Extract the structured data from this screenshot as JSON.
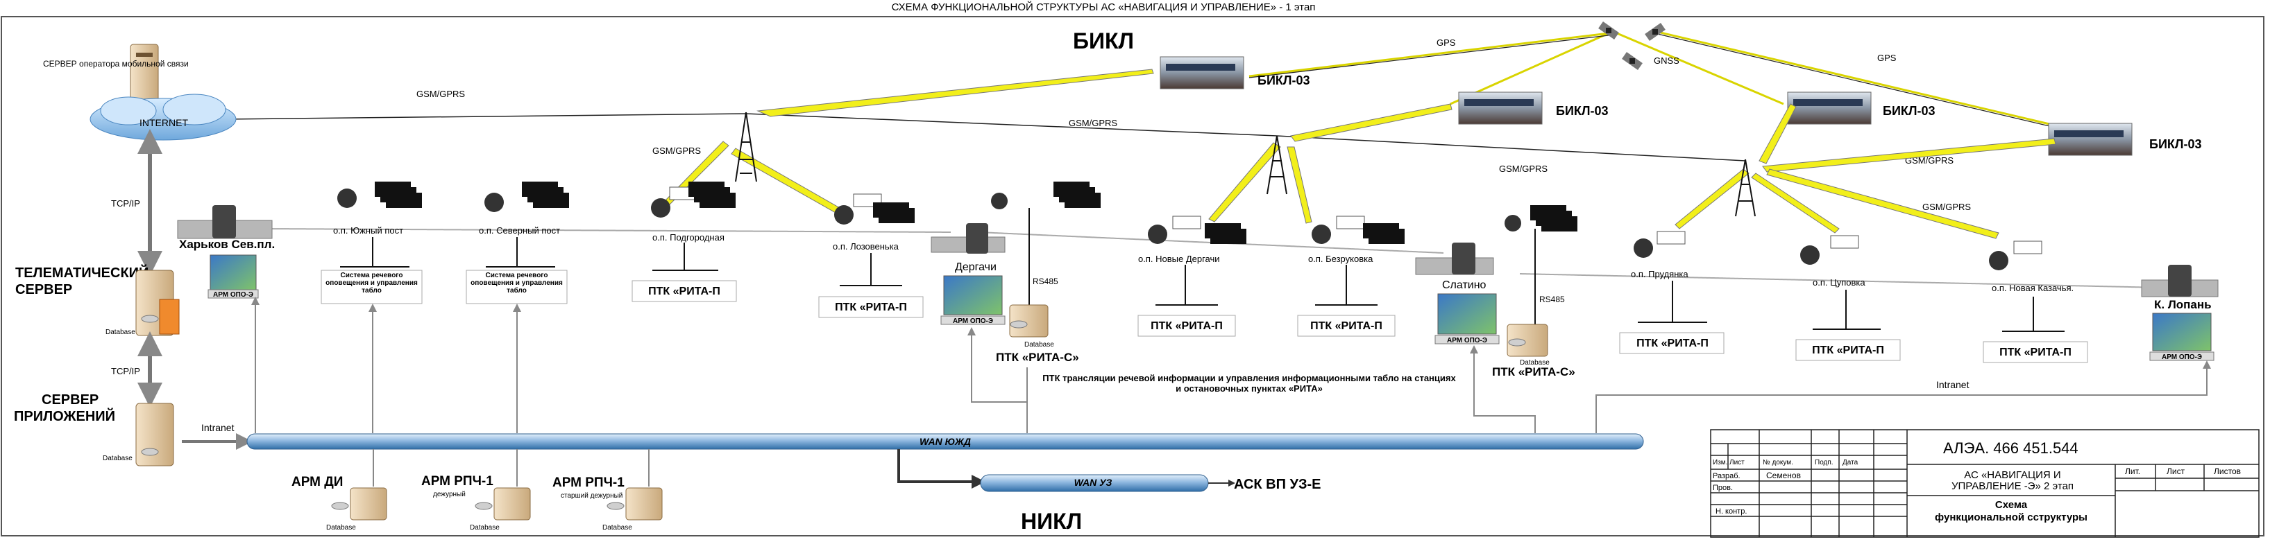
{
  "title": "СХЕМА   ФУНКЦИОНАЛЬНОЙ   СТРУКТУРЫ   АС «НАВИГАЦИЯ И УПРАВЛЕНИЕ»   - 1 этап",
  "region_top": "БИКЛ",
  "region_bottom": "НИКЛ",
  "left_column": {
    "operator_server": "СЕРВЕР оператора мобильной связи",
    "internet": "INTERNET",
    "tcpip_1": "TCP/IP",
    "telematic_server_line1": "ТЕЛЕМАТИЧЕСКИЙ",
    "telematic_server_line2": "СЕРВЕР",
    "database_1": "Database",
    "tcpip_2": "TCP/IP",
    "app_server_line1": "СЕРВЕР",
    "app_server_line2": "ПРИЛОЖЕНИЙ",
    "database_2": "Database",
    "intranet_left": "Intranet"
  },
  "links": {
    "gsm_gprs": "GSM/GPRS",
    "gps": "GPS",
    "gnss": "GNSS",
    "rs485": "RS485",
    "intranet_right": "Intranet",
    "wan_yuzhd": "WAN ЮЖД",
    "wan_uz": "WAN УЗ",
    "ask": "АСК ВП УЗ-Е"
  },
  "trains": [
    "БИКЛ-03",
    "БИКЛ-03",
    "БИКЛ-03",
    "БИКЛ-03"
  ],
  "stations": {
    "kharkov": "Харьков Сев.пл.",
    "dergachi": "Дергачи",
    "slatino": "Слатино",
    "k_lopan": "К. Лопань",
    "arm_opo": "АРМ ОПО-Э",
    "ptk_rita_s": "ПТК «РИТА-С»",
    "database": "Database"
  },
  "stops": [
    {
      "name": "о.п. Южный пост"
    },
    {
      "name": "о.п. Северный пост"
    },
    {
      "name": "о.п. Подгородная"
    },
    {
      "name": "о.п. Лозовенька"
    },
    {
      "name": "о.п. Новые  Дергачи"
    },
    {
      "name": "о.п. Безруковка"
    },
    {
      "name": "о.п. Прудянка"
    },
    {
      "name": "о.п. Цуповка"
    },
    {
      "name": "о.п. Новая Казачья."
    }
  ],
  "system_box": "Система речевого оповещения и управления табло",
  "ptk_rita_p": "ПТК «РИТА-П",
  "ptk_note": "ПТК трансляции речевой информации и управления информационными табло на станциях и остановочных пунктах «РИТА»",
  "arm_bottom": [
    {
      "label": "АРМ ДИ",
      "sub": ""
    },
    {
      "label": "АРМ РПЧ-1",
      "sub": "дежурный"
    },
    {
      "label": "АРМ РПЧ-1",
      "sub": "старший дежурный"
    }
  ],
  "stamp": {
    "code": "АЛЭА. 466 451.544",
    "h_izm": "Изм.",
    "h_list": "Лист",
    "h_doc": "№ докум.",
    "h_podp": "Подп.",
    "h_date": "Дата",
    "razrab": "Разраб.",
    "razrab_name": "Семенов",
    "prov": "Пров.",
    "nkontr": "Н. контр.",
    "system_line1": "АС «НАВИГАЦИЯ И",
    "system_line2": "УПРАВЛЕНИЕ -Э»  2 этап",
    "doc_line1": "Схема",
    "doc_line2": "функциональной сструктуры",
    "lit": "Лит.",
    "list": "Лист",
    "listov": "Листов"
  }
}
